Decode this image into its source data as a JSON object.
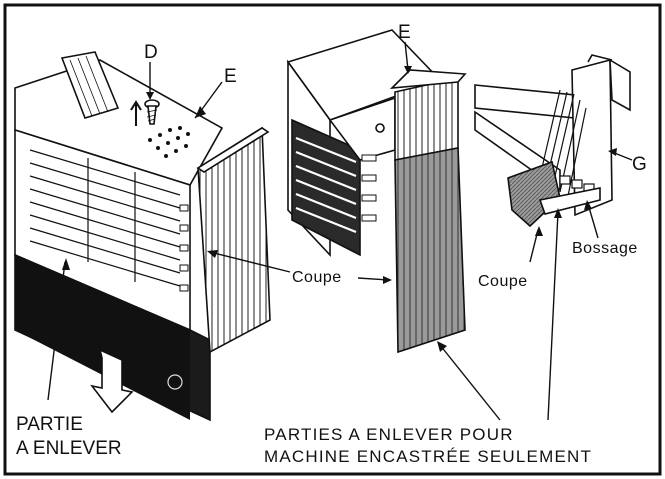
{
  "labels": {
    "part_a_top": "D",
    "part_a_side": "E",
    "part_b_top": "E",
    "part_c_side": "G",
    "cut_mid": "Coupe",
    "cut_right": "Coupe",
    "boss": "Bossage",
    "remove_part_line1": "PARTIE",
    "remove_part_line2": "A ENLEVER",
    "remove_parts_line1": "PARTIES A ENLEVER POUR",
    "remove_parts_line2": "MACHINE ENCASTRÉE SEULEMENT"
  },
  "colors": {
    "line": "#111111",
    "shade": "#8a8a8a",
    "dark": "#2a2a2a",
    "paper": "#ffffff"
  }
}
